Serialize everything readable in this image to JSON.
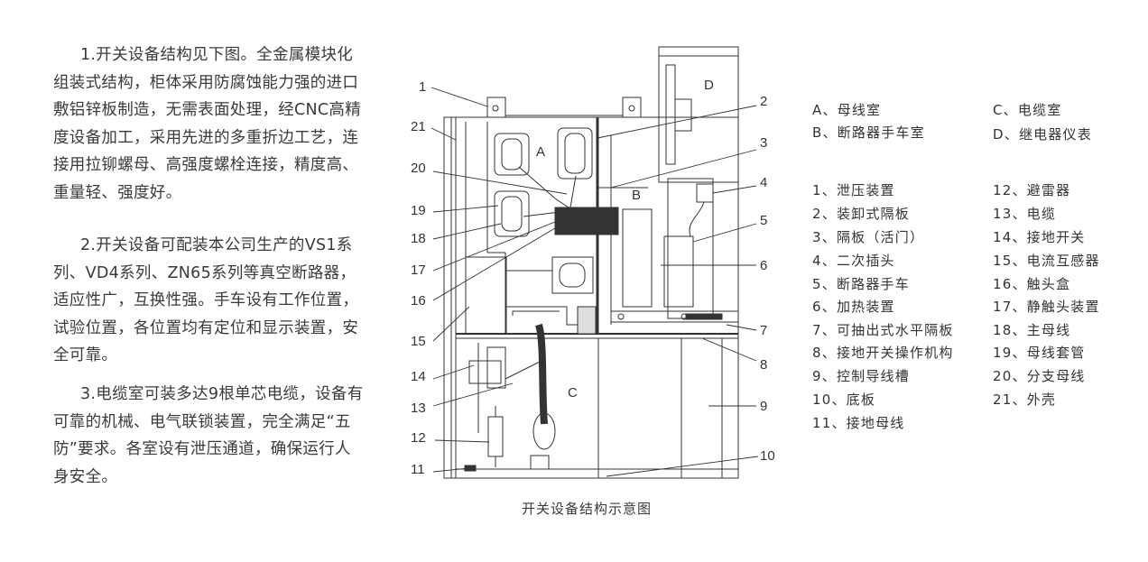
{
  "paragraphs": [
    "1.开关设备结构见下图。全金属模块化组装式结构，柜体采用防腐蚀能力强的进口敷铝锌板制造，无需表面处理，经CNC高精度设备加工，采用先进的多重折边工艺，连接用拉铆螺母、高强度螺栓连接，精度高、重量轻、强度好。",
    "2.开关设备可配装本公司生产的VS1系列、VD4系列、ZN65系列等真空断路器，适应性广，互换性强。手车设有工作位置，试验位置，各位置均有定位和显示装置，安全可靠。",
    "3.电缆室可装多达9根单芯电缆，设备有可靠的机械、电气联锁装置，完全满足“五防”要求。各室设有泄压通道，确保运行人身安全。"
  ],
  "caption": "开关设备结构示意图",
  "compartment_labels": {
    "A": "A",
    "B": "B",
    "C": "C",
    "D": "D"
  },
  "callout_numbers": [
    "1",
    "2",
    "3",
    "4",
    "5",
    "6",
    "7",
    "8",
    "9",
    "10",
    "11",
    "12",
    "13",
    "14",
    "15",
    "16",
    "17",
    "18",
    "19",
    "20",
    "21"
  ],
  "legend_compartments": [
    "A、母线室",
    "C、电缆室",
    "B、断路器手车室",
    "D、继电器仪表"
  ],
  "legend_parts_left": [
    "1、泄压装置",
    "2、装卸式隔板",
    "3、隔板（活门）",
    "4、二次插头",
    "5、断路器手车",
    "6、加热装置",
    "7、可抽出式水平隔板",
    "8、接地开关操作机构",
    "9、控制导线槽",
    "10、底板",
    "11、接地母线"
  ],
  "legend_parts_right": [
    "12、避雷器",
    "13、电缆",
    "14、接地开关",
    "15、电流互感器",
    "16、触头盒",
    "17、静触头装置",
    "18、主母线",
    "19、母线套管",
    "20、分支母线",
    "21、外壳"
  ]
}
